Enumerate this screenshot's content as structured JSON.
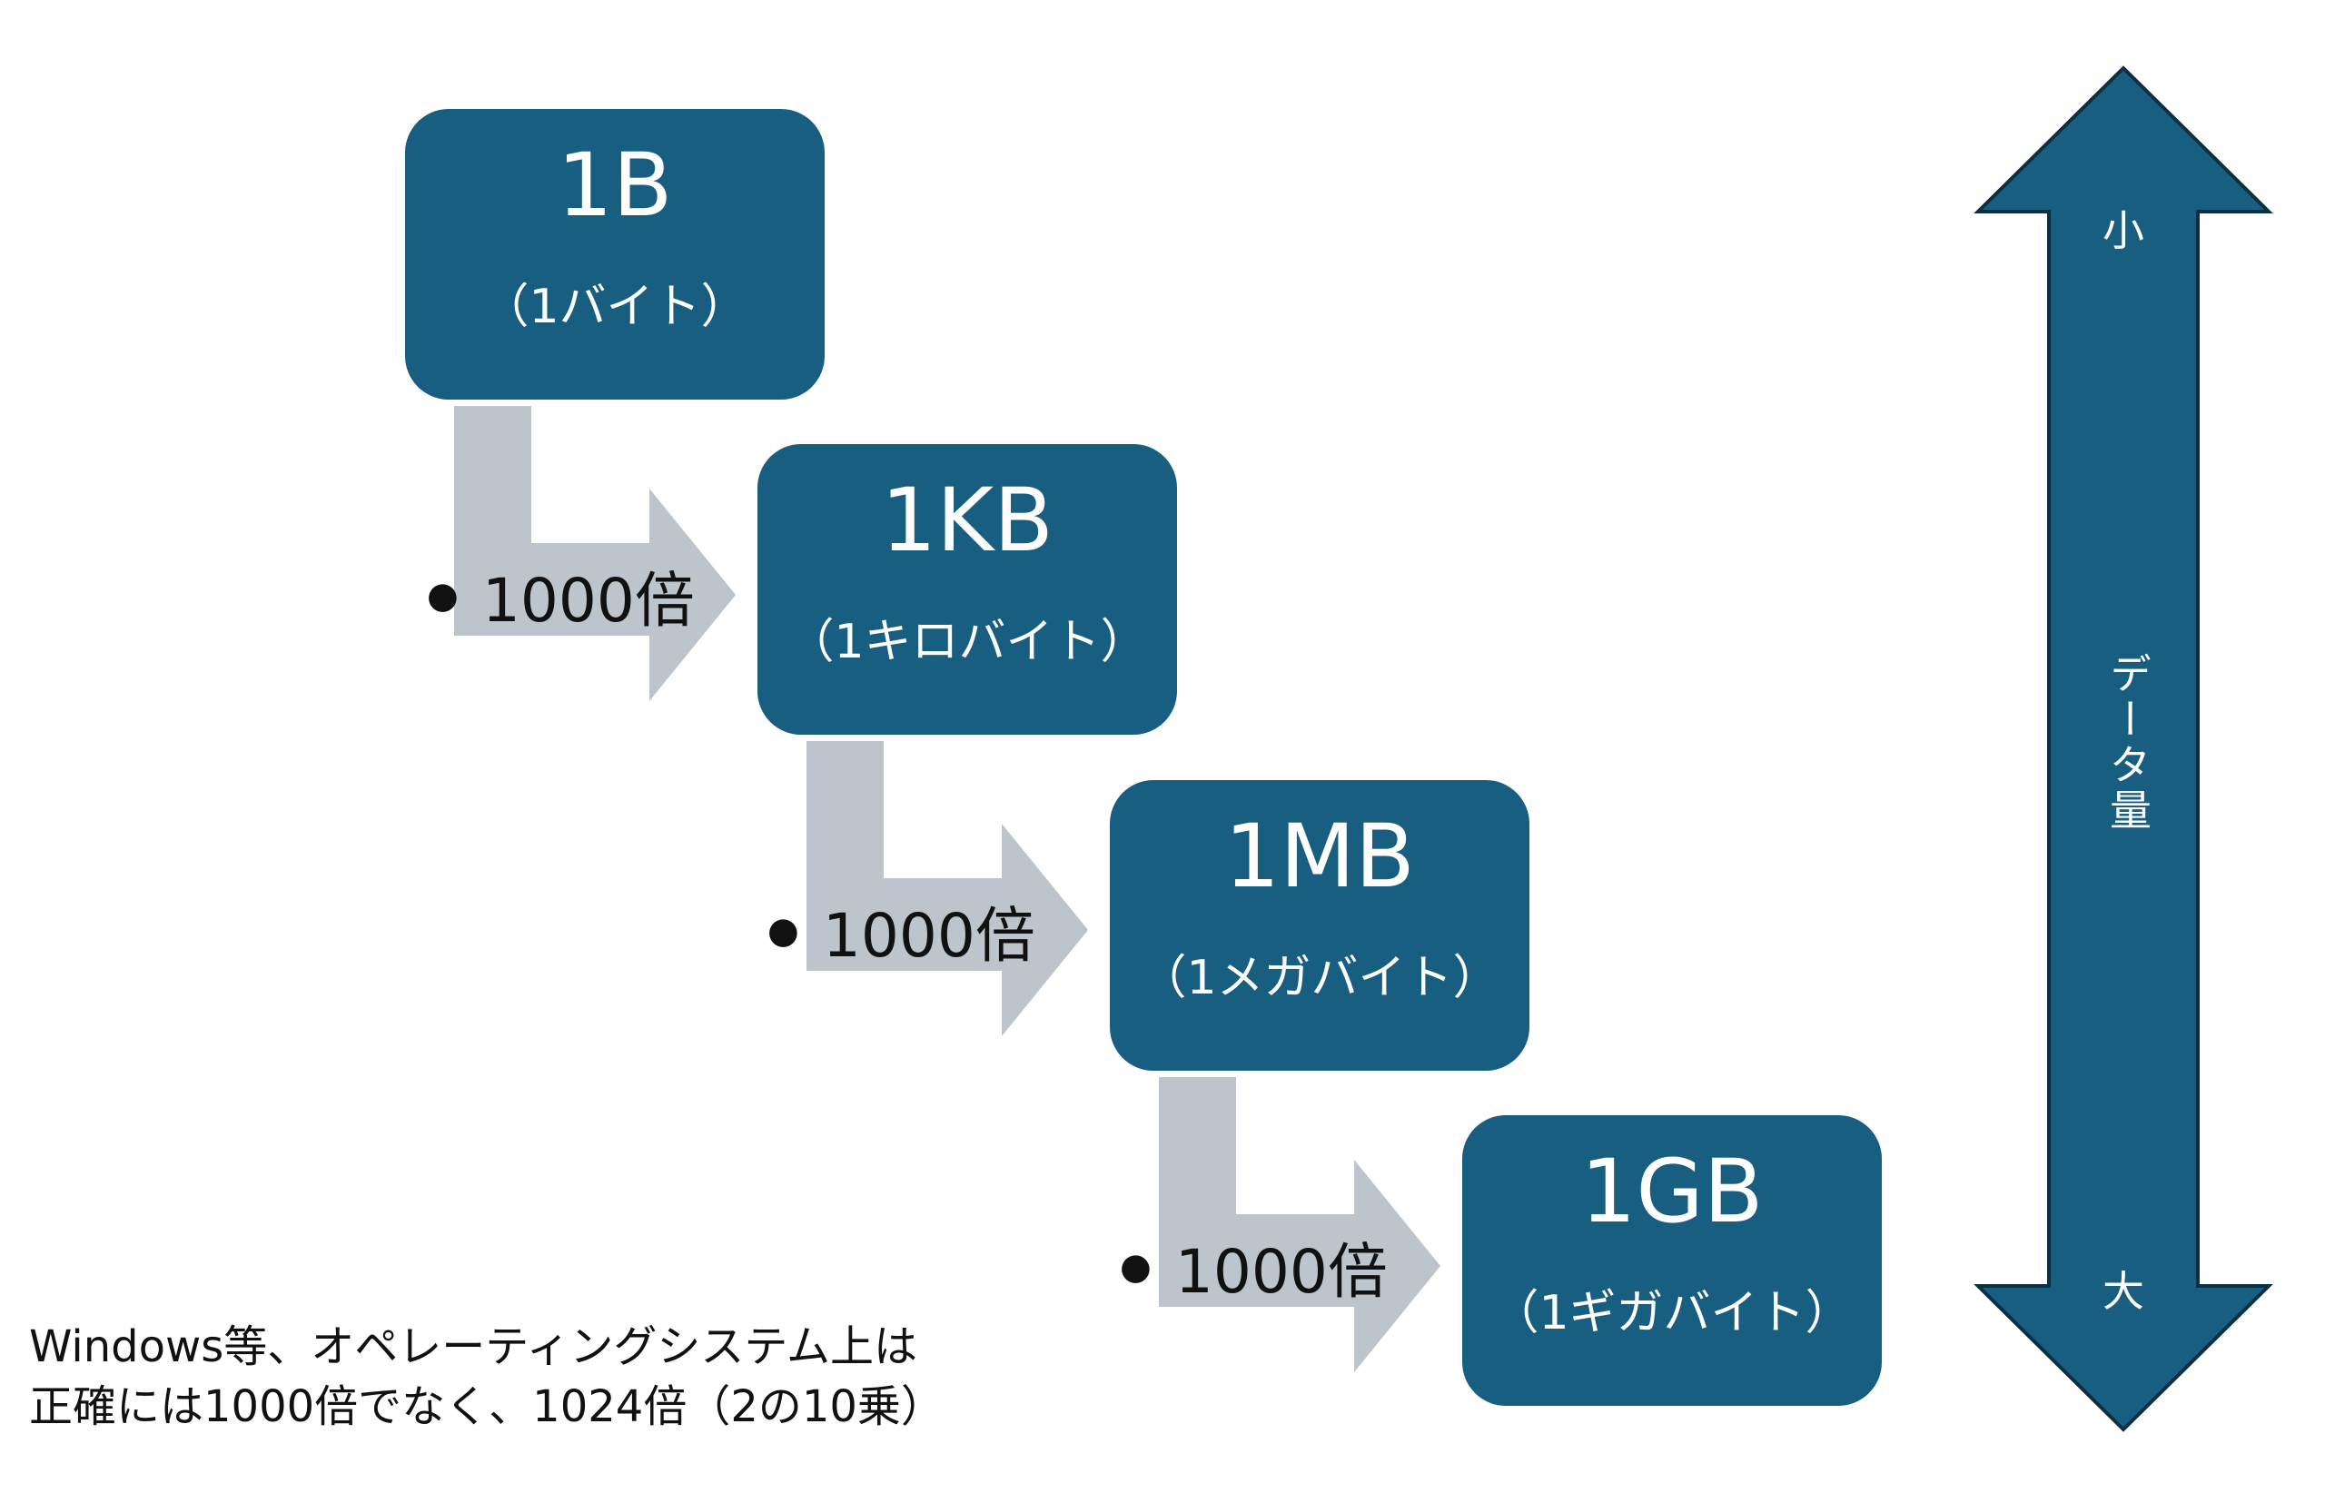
{
  "units": [
    {
      "name": "1B",
      "reading": "（1バイト）"
    },
    {
      "name": "1KB",
      "reading": "（1キロバイト）"
    },
    {
      "name": "1MB",
      "reading": "（1メガバイト）"
    },
    {
      "name": "1GB",
      "reading": "（1ギガバイト）"
    }
  ],
  "steps": [
    {
      "label": "1000倍"
    },
    {
      "label": "1000倍"
    },
    {
      "label": "1000倍"
    }
  ],
  "axis": {
    "top": "小",
    "middle": "データ量",
    "bottom": "大"
  },
  "note": {
    "line1": "Windows等、オペレーティングシステム上は",
    "line2": "正確には1000倍でなく、1024倍（2の10乗）"
  },
  "colors": {
    "box": "#185e80",
    "connector": "#bec4cb",
    "axis": "#185e80",
    "axis_outline": "#0d2f40"
  }
}
